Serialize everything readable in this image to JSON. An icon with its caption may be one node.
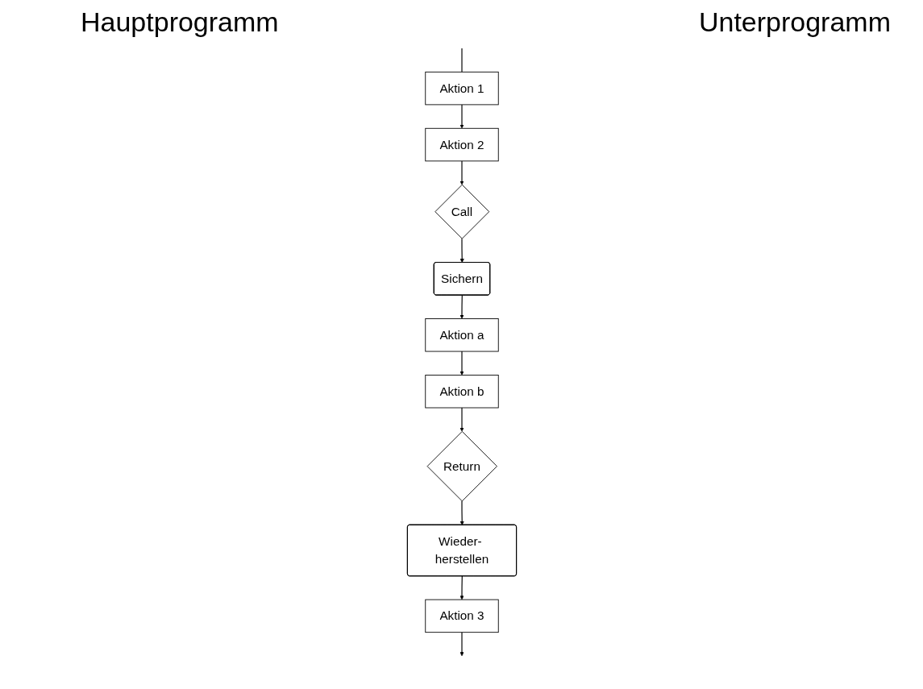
{
  "diagram": {
    "nodes": [
      {
        "text": [
          "Aktion 1"
        ]
      },
      {
        "text": [
          "Aktion 2"
        ]
      },
      {
        "text": [
          "Call"
        ]
      },
      {
        "text": [
          "Sichern"
        ]
      },
      {
        "text": [
          "Aktion a"
        ]
      },
      {
        "text": [
          "Aktion b"
        ]
      },
      {
        "text": [
          "Return"
        ]
      },
      {
        "text": [
          "Wieder- herstellen"
        ]
      },
      {
        "text": [
          "Aktion 3"
        ]
      }
    ],
    "edges": [
      {
        "from": null,
        "to": 0,
        "arrow": "none"
      },
      {
        "from": 0,
        "to": 1,
        "arrow": "to"
      },
      {
        "from": 1,
        "to": 2,
        "arrow": "to"
      },
      {
        "from": 2,
        "to": 3,
        "arrow": "to"
      },
      {
        "from": 3,
        "to": 4,
        "arrow": "to"
      },
      {
        "from": 4,
        "to": 5,
        "arrow": "to"
      },
      {
        "from": 5,
        "to": 6,
        "arrow": "to"
      },
      {
        "from": 6,
        "to": 7,
        "arrow": "to"
      },
      {
        "from": 7,
        "to": 8,
        "arrow": "to"
      },
      {
        "from": 8,
        "to": null,
        "arrow": "to"
      }
    ],
    "labels": [
      "Hauptprogramm",
      "Unterprogramm"
    ]
  }
}
